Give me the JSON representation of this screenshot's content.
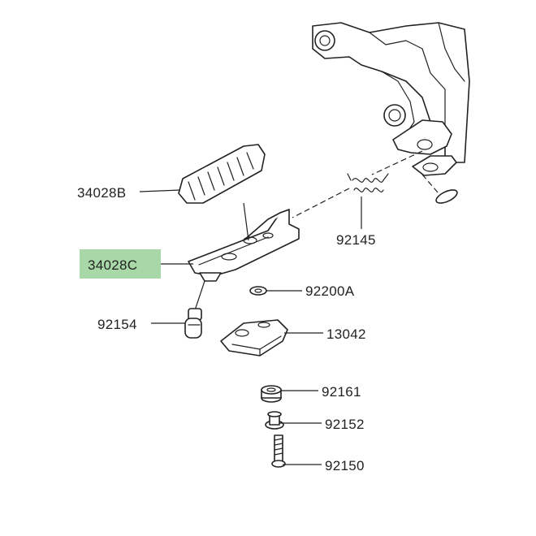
{
  "parts": [
    {
      "number": "34028B"
    },
    {
      "number": "34028C",
      "highlighted": true,
      "highlight_color": "#a8d8a8"
    },
    {
      "number": "92154"
    },
    {
      "number": "92145"
    },
    {
      "number": "92200A"
    },
    {
      "number": "13042"
    },
    {
      "number": "92161"
    },
    {
      "number": "92152"
    },
    {
      "number": "92150"
    }
  ]
}
